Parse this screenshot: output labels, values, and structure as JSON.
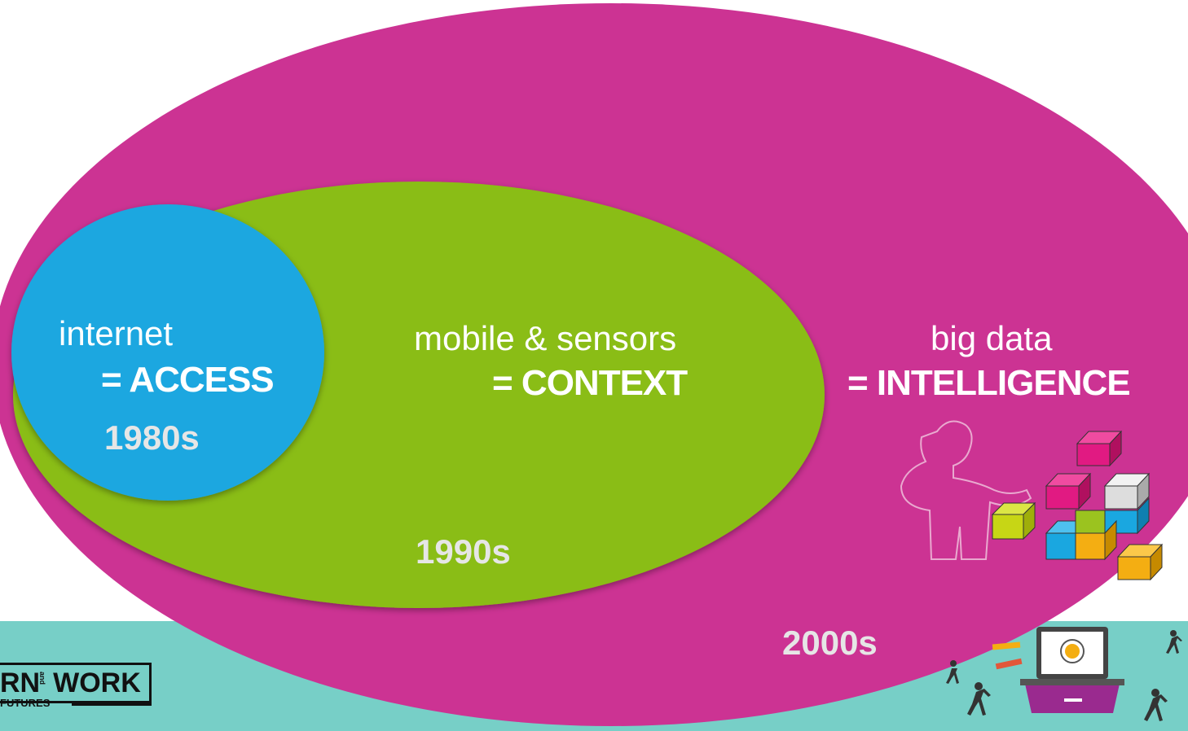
{
  "diagram": {
    "colors": {
      "outer": "#cc3393",
      "middle": "#8abd12",
      "inner": "#1aa7e0",
      "band": "#77cfc7",
      "year_text": "#e6e6e6"
    },
    "layers": [
      {
        "line1": "internet",
        "line2": "= ACCESS",
        "year": "1980s"
      },
      {
        "line1": "mobile & sensors",
        "line2": "= CONTEXT",
        "year": "1990s"
      },
      {
        "line1": "big data",
        "line2": "= INTELLIGENCE",
        "year": "2000s"
      }
    ]
  },
  "logo": {
    "main": "RN",
    "and": "and",
    "work": "WORK",
    "sub": "FUTURES"
  },
  "icons": [
    "person-building-blocks-icon",
    "laptop-icon",
    "walking-person-icon",
    "pencil-icon"
  ]
}
